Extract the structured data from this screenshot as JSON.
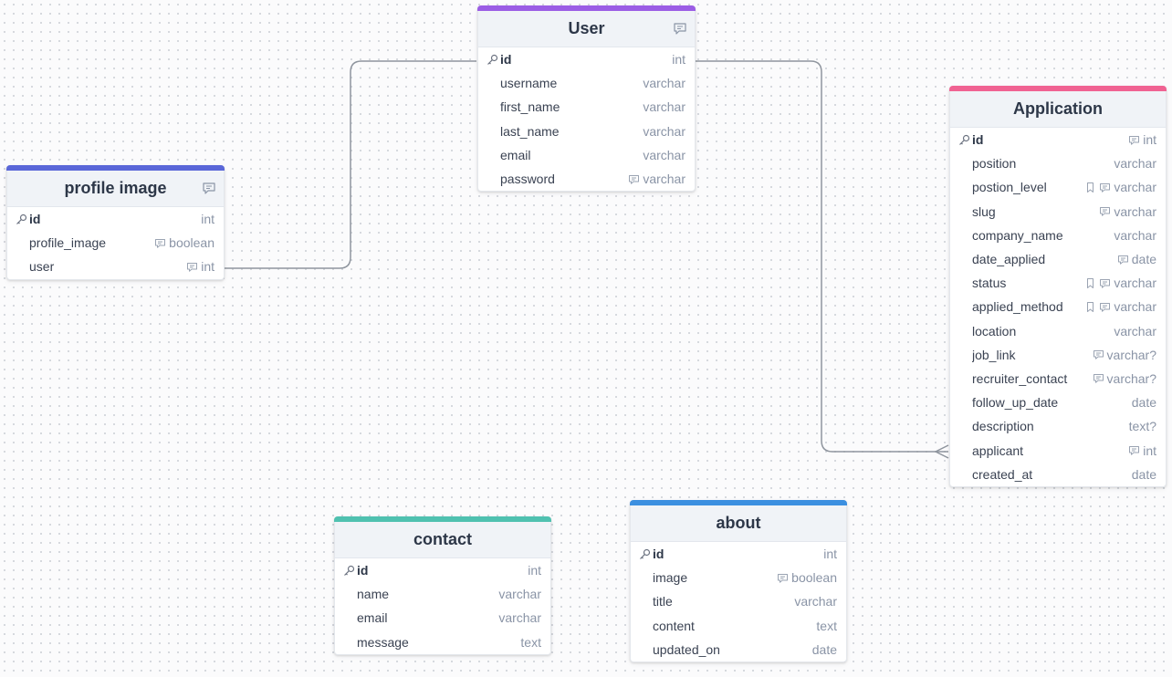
{
  "tables": {
    "user": {
      "title": "User",
      "color": "#9b5de5",
      "fields": [
        {
          "name": "id",
          "type": "int",
          "pk": true
        },
        {
          "name": "username",
          "type": "varchar"
        },
        {
          "name": "first_name",
          "type": "varchar"
        },
        {
          "name": "last_name",
          "type": "varchar"
        },
        {
          "name": "email",
          "type": "varchar"
        },
        {
          "name": "password",
          "type": "varchar",
          "note": true
        }
      ]
    },
    "profile_image": {
      "title": "profile image",
      "color": "#5a67d8",
      "fields": [
        {
          "name": "id",
          "type": "int",
          "pk": true
        },
        {
          "name": "profile_image",
          "type": "boolean",
          "note": true
        },
        {
          "name": "user",
          "type": "int",
          "note": true
        }
      ]
    },
    "application": {
      "title": "Application",
      "color": "#f06292",
      "fields": [
        {
          "name": "id",
          "type": "int",
          "pk": true,
          "note": true
        },
        {
          "name": "position",
          "type": "varchar"
        },
        {
          "name": "postion_level",
          "type": "varchar",
          "note": true,
          "enum": true
        },
        {
          "name": "slug",
          "type": "varchar",
          "note": true
        },
        {
          "name": "company_name",
          "type": "varchar"
        },
        {
          "name": "date_applied",
          "type": "date",
          "note": true
        },
        {
          "name": "status",
          "type": "varchar",
          "note": true,
          "enum": true
        },
        {
          "name": "applied_method",
          "type": "varchar",
          "note": true,
          "enum": true
        },
        {
          "name": "location",
          "type": "varchar"
        },
        {
          "name": "job_link",
          "type": "varchar?",
          "note": true
        },
        {
          "name": "recruiter_contact",
          "type": "varchar?",
          "note": true
        },
        {
          "name": "follow_up_date",
          "type": "date"
        },
        {
          "name": "description",
          "type": "text?"
        },
        {
          "name": "applicant",
          "type": "int",
          "note": true
        },
        {
          "name": "created_at",
          "type": "date"
        }
      ]
    },
    "contact": {
      "title": "contact",
      "color": "#4fc1b0",
      "fields": [
        {
          "name": "id",
          "type": "int",
          "pk": true
        },
        {
          "name": "name",
          "type": "varchar"
        },
        {
          "name": "email",
          "type": "varchar"
        },
        {
          "name": "message",
          "type": "text"
        }
      ]
    },
    "about": {
      "title": "about",
      "color": "#3b8fe0",
      "fields": [
        {
          "name": "id",
          "type": "int",
          "pk": true
        },
        {
          "name": "image",
          "type": "boolean",
          "note": true
        },
        {
          "name": "title",
          "type": "varchar"
        },
        {
          "name": "content",
          "type": "text"
        },
        {
          "name": "updated_on",
          "type": "date"
        }
      ]
    }
  }
}
